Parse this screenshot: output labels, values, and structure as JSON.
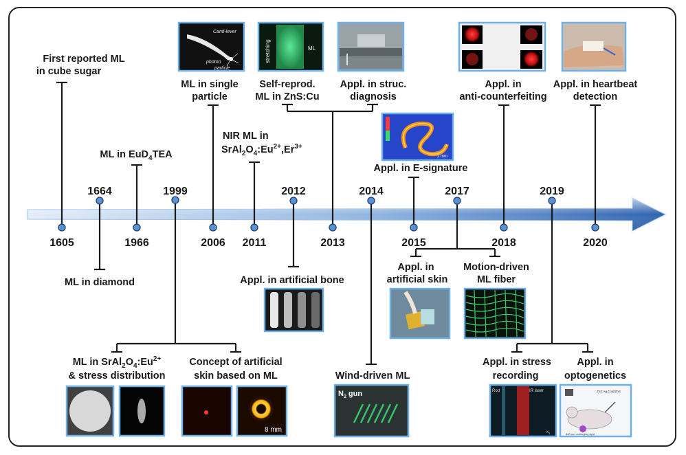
{
  "years": [
    "1605",
    "1664",
    "1966",
    "1999",
    "2006",
    "2011",
    "2012",
    "2013",
    "2014",
    "2015",
    "2017",
    "2018",
    "2019",
    "2020"
  ],
  "events": {
    "e1605": [
      "First reported ML",
      "in cube sugar"
    ],
    "e1664": "ML in diamond",
    "e1966_pre": "ML in EuD",
    "e1966_sub": "4",
    "e1966_post": "TEA",
    "e1999a": [
      "ML in SrAl",
      "2",
      "O",
      "4",
      ":Eu",
      "2+",
      "& stress distribution"
    ],
    "e1999b": [
      "Concept of artificial",
      "skin based on ML"
    ],
    "e2006": [
      "ML in single",
      "particle"
    ],
    "e2011": [
      "NIR ML in",
      "SrAl",
      "2",
      "O",
      "4",
      ":Eu",
      "2+",
      ",Er",
      "3+"
    ],
    "e2012": "Appl. in artificial bone",
    "e2013a": [
      "Self-reprod.",
      "ML in ZnS:Cu"
    ],
    "e2013b": [
      "Appl. in struc.",
      "diagnosis"
    ],
    "e2014_pre": "Wind-driven ML",
    "e2015": "Appl. in E-signature",
    "e2017a": [
      "Appl. in",
      "artificial skin"
    ],
    "e2017b": [
      "Motion-driven",
      "ML fiber"
    ],
    "e2018": [
      "Appl. in",
      "anti-counterfeiting"
    ],
    "e2019a": [
      "Appl. in stress",
      "recording"
    ],
    "e2019b": [
      "Appl. in",
      "optogenetics"
    ],
    "e2020": [
      "Appl. in heartbeat",
      "detection"
    ]
  },
  "image_text": {
    "cantilever": "Canti-lever",
    "photon": "photon",
    "particle": "particle",
    "stretching": "stretching",
    "ml": "ML",
    "scale_2mm": "2 mm",
    "scale_8mm": "8 mm",
    "n2_pre": "N",
    "n2_sub": "2",
    "n2_post": " gun",
    "rod": "Rod",
    "ir_laser": "IR laser",
    "x3": "x",
    "x3_sub": "3",
    "zns_label": "ZnS:Ag,Co@ZnS",
    "nm_label": "660 nm recharging light"
  },
  "colors": {
    "arrow_light": "#d6e6f6",
    "arrow_dark": "#2f62b0",
    "node": "#5a93cf",
    "image_border": "#6fb0e6",
    "ml_green": "#36e07a"
  }
}
